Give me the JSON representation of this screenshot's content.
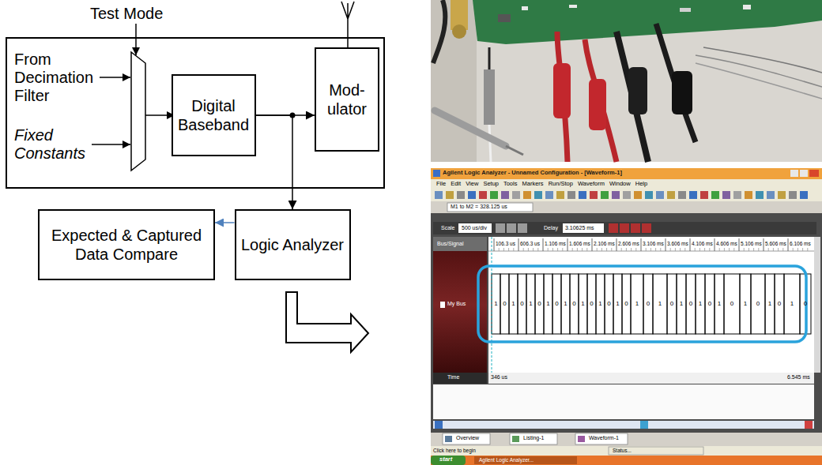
{
  "diagram": {
    "nodes": [
      {
        "text": [
          "Digital Baseband"
        ]
      },
      {
        "text": [
          "Mod- ulator"
        ]
      },
      {
        "text": [
          "Expected & Captured Data Compare"
        ]
      },
      {
        "text": [
          "Logic Analyzer"
        ]
      }
    ],
    "edges": [
      {
        "from": 0,
        "to": 1,
        "arrow": "to"
      },
      {
        "from": 0,
        "to": 3,
        "arrow": "to"
      },
      {
        "from": 3,
        "to": 2,
        "arrow": "to"
      }
    ],
    "labels": [
      "Test Mode",
      "From Decimation Filter",
      "Fixed Constants",
      "Agilent Logic Analyzer - Unnamed Configuration - [Waveform-1]",
      "File Edit View Setup Tools Markers Run/Stop Waveform Window Help",
      "M1 to M2 = 328.125 us",
      "Scale",
      "500 us/div",
      "Delay",
      "3.10625 ms",
      "Bus/Signal",
      "My Bus",
      "106.3 us",
      "606.3 us",
      "1.106 ms",
      "1.606 ms",
      "2.106 ms",
      "2.606 ms",
      "3.106 ms",
      "3.606 ms",
      "4.106 ms",
      "4.606 ms",
      "5.106 ms",
      "5.606 ms",
      "6.106 ms",
      "Time",
      "346 us",
      "6.545 ms",
      "Overview",
      "Listing-1",
      "Waveform-1",
      "Click here to begin",
      "Status...",
      "start",
      "Agilent Logic Analyzer...",
      "1",
      "0",
      "1",
      "0",
      "1",
      "0",
      "1",
      "0",
      "1",
      "0",
      "1",
      "0",
      "1",
      "0",
      "1",
      "0",
      "1",
      "0",
      "1",
      "0",
      "1",
      "0",
      "1",
      "0",
      "1",
      "0",
      "1",
      "0",
      "1",
      "0",
      "1",
      "0"
    ]
  }
}
